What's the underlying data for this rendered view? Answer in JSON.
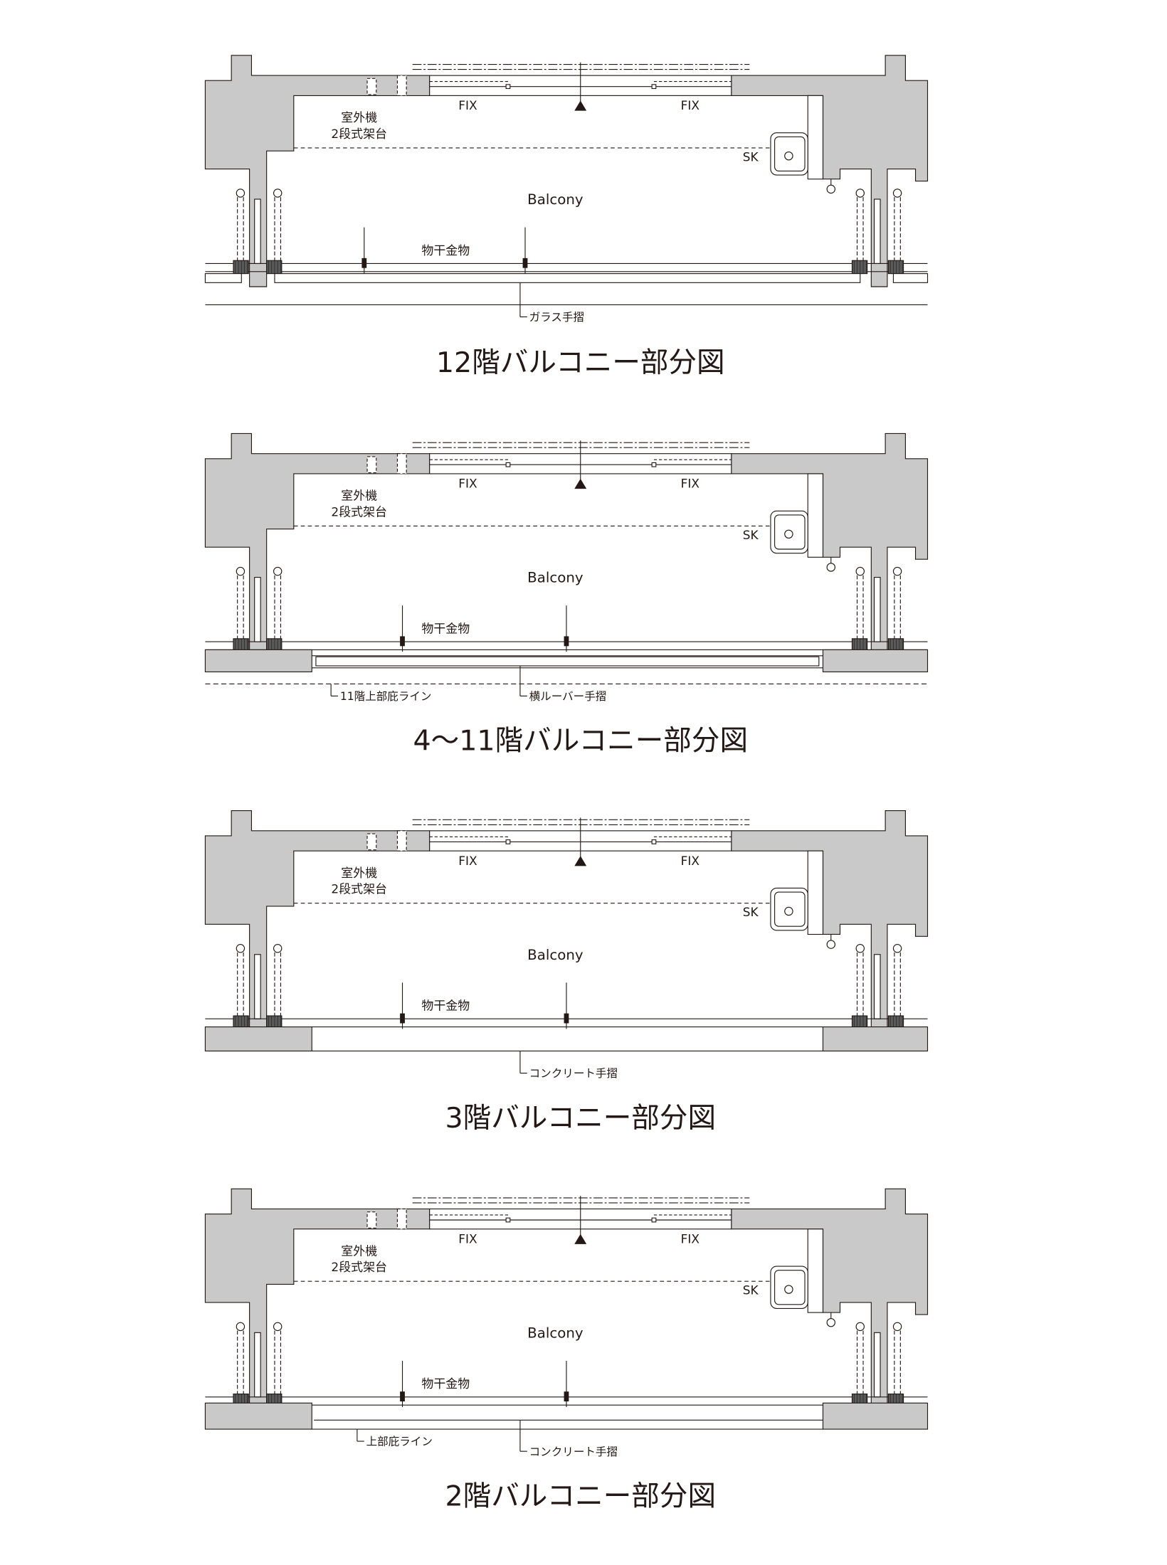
{
  "colors": {
    "wall": "#c9c9c9",
    "line": "#231815",
    "hatch": "#5a5a5a"
  },
  "diagrams": [
    {
      "title": "12階バルコニー部分図",
      "variant": "glass",
      "labels": {
        "fix_left": "FIX",
        "fix_right": "FIX",
        "outdoor_unit": "室外機",
        "rack": "2段式架台",
        "sink": "SK",
        "balcony": "Balcony",
        "drying": "物干金物"
      },
      "notes": [
        "ガラス手摺"
      ]
    },
    {
      "title": "4〜11階バルコニー部分図",
      "variant": "louver",
      "labels": {
        "fix_left": "FIX",
        "fix_right": "FIX",
        "outdoor_unit": "室外機",
        "rack": "2段式架台",
        "sink": "SK",
        "balcony": "Balcony",
        "drying": "物干金物"
      },
      "notes": [
        "11階上部庇ライン",
        "横ルーバー手摺"
      ]
    },
    {
      "title": "3階バルコニー部分図",
      "variant": "concrete",
      "labels": {
        "fix_left": "FIX",
        "fix_right": "FIX",
        "outdoor_unit": "室外機",
        "rack": "2段式架台",
        "sink": "SK",
        "balcony": "Balcony",
        "drying": "物干金物"
      },
      "notes": [
        "コンクリート手摺"
      ]
    },
    {
      "title": "2階バルコニー部分図",
      "variant": "concrete-eave",
      "labels": {
        "fix_left": "FIX",
        "fix_right": "FIX",
        "outdoor_unit": "室外機",
        "rack": "2段式架台",
        "sink": "SK",
        "balcony": "Balcony",
        "drying": "物干金物"
      },
      "notes": [
        "上部庇ライン",
        "コンクリート手摺"
      ]
    }
  ]
}
